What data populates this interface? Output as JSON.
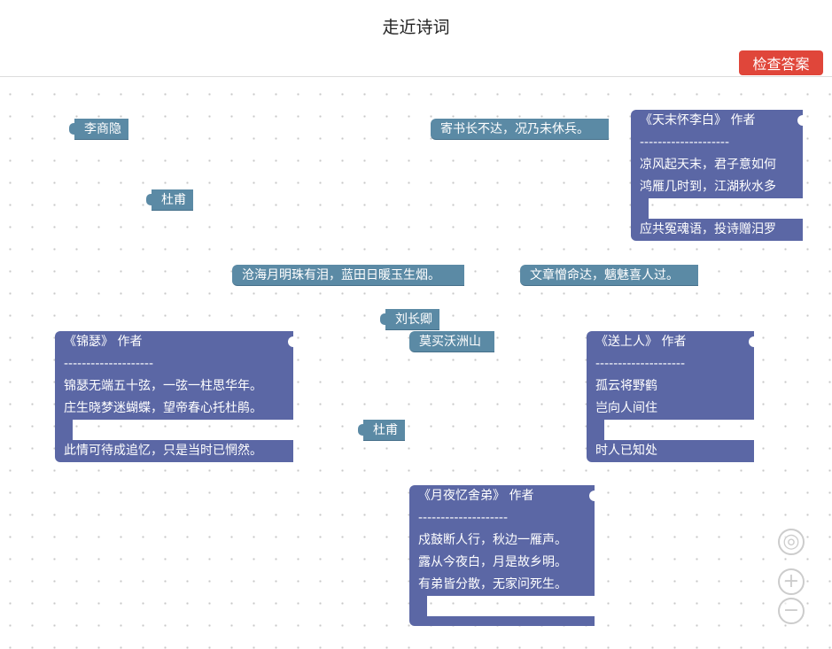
{
  "header": {
    "title": "走近诗词",
    "check_button": "检查答案"
  },
  "value_blocks": [
    {
      "text": "李商隐"
    },
    {
      "text": "杜甫"
    },
    {
      "text": "寄书长不达，况乃未休兵。"
    },
    {
      "text": "沧海月明珠有泪，蓝田日暖玉生烟。"
    },
    {
      "text": "文章憎命达，魑魅喜人过。"
    },
    {
      "text": "刘长卿"
    },
    {
      "text": "莫买沃洲山"
    },
    {
      "text": "杜甫"
    }
  ],
  "poem_blocks": [
    {
      "header": "《天末怀李白》   作者",
      "divider": "--------------------",
      "lines": [
        "凉风起天末，君子意如何",
        "鸿雁几时到，江湖秋水多"
      ],
      "last": "应共冤魂语，投诗赠汨罗"
    },
    {
      "header": "《锦瑟》   作者",
      "divider": "--------------------",
      "lines": [
        "锦瑟无端五十弦，一弦一柱思华年。",
        "庄生晓梦迷蝴蝶，望帝春心托杜鹃。"
      ],
      "last": "此情可待成追忆，只是当时已惘然。"
    },
    {
      "header": "《送上人》   作者",
      "divider": "--------------------",
      "lines": [
        "孤云将野鹤",
        "岂向人间住"
      ],
      "last": "时人已知处"
    },
    {
      "header": "《月夜忆舍弟》   作者",
      "divider": "--------------------",
      "lines": [
        "戍鼓断人行，秋边一雁声。",
        "露从今夜白，月是故乡明。",
        "有弟皆分散，无家问死生。"
      ],
      "last": ""
    }
  ],
  "zoom_controls": {
    "center": "◎",
    "zoom_in": "+",
    "zoom_out": "−"
  }
}
